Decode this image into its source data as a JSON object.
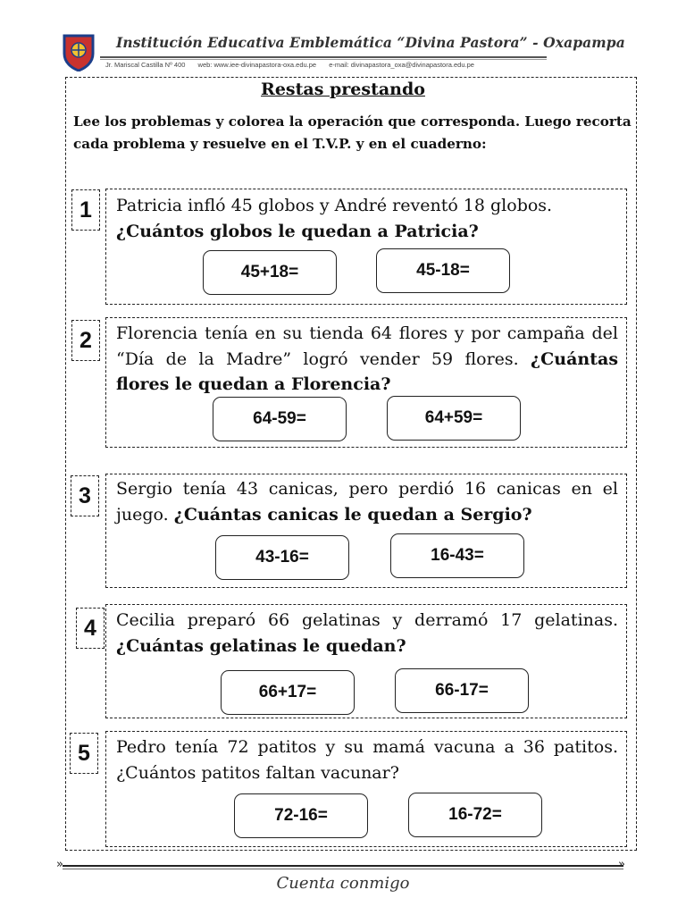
{
  "header": {
    "school_name": "Institución Educativa Emblemática “Divina Pastora” - Oxapampa",
    "address": "Jr. Mariscal Castilla Nº 400",
    "web": "web: www.iee-divinapastora-oxa.edu.pe",
    "email": "e-mail: divinapastora_oxa@divinapastora.edu.pe"
  },
  "title": "Restas prestando",
  "instructions": "Lee los problemas y colorea la operación que corresponda. Luego recorta cada problema y resuelve en el T.V.P. y en el cuaderno:",
  "problems": [
    {
      "number": "1",
      "text": "Patricia infló 45 globos y André reventó 18 globos.",
      "question": "¿Cuántos globos le quedan a Patricia?",
      "options": [
        "45+18=",
        "45-18="
      ]
    },
    {
      "number": "2",
      "text": "Florencia tenía en su tienda 64 flores y por campaña del “Día de la Madre” logró vender 59 flores.",
      "question": "¿Cuántas flores le quedan a Florencia?",
      "options": [
        "64-59=",
        "64+59="
      ]
    },
    {
      "number": "3",
      "text": "Sergio tenía 43 canicas, pero perdió 16 canicas en el juego.",
      "question": "¿Cuántas canicas le quedan a Sergio?",
      "options": [
        "43-16=",
        "16-43="
      ]
    },
    {
      "number": "4",
      "text": "Cecilia preparó 66 gelatinas y derramó 17 gelatinas.",
      "question": "¿Cuántas gelatinas le quedan?",
      "options": [
        "66+17=",
        "66-17="
      ]
    },
    {
      "number": "5",
      "text": "Pedro tenía 72 patitos y su mamá vacuna a 36 patitos. ¿Cuántos patitos faltan vacunar?",
      "question": "",
      "options": [
        "72-16=",
        "16-72="
      ]
    }
  ],
  "footer": {
    "text": "Cuenta conmigo"
  }
}
